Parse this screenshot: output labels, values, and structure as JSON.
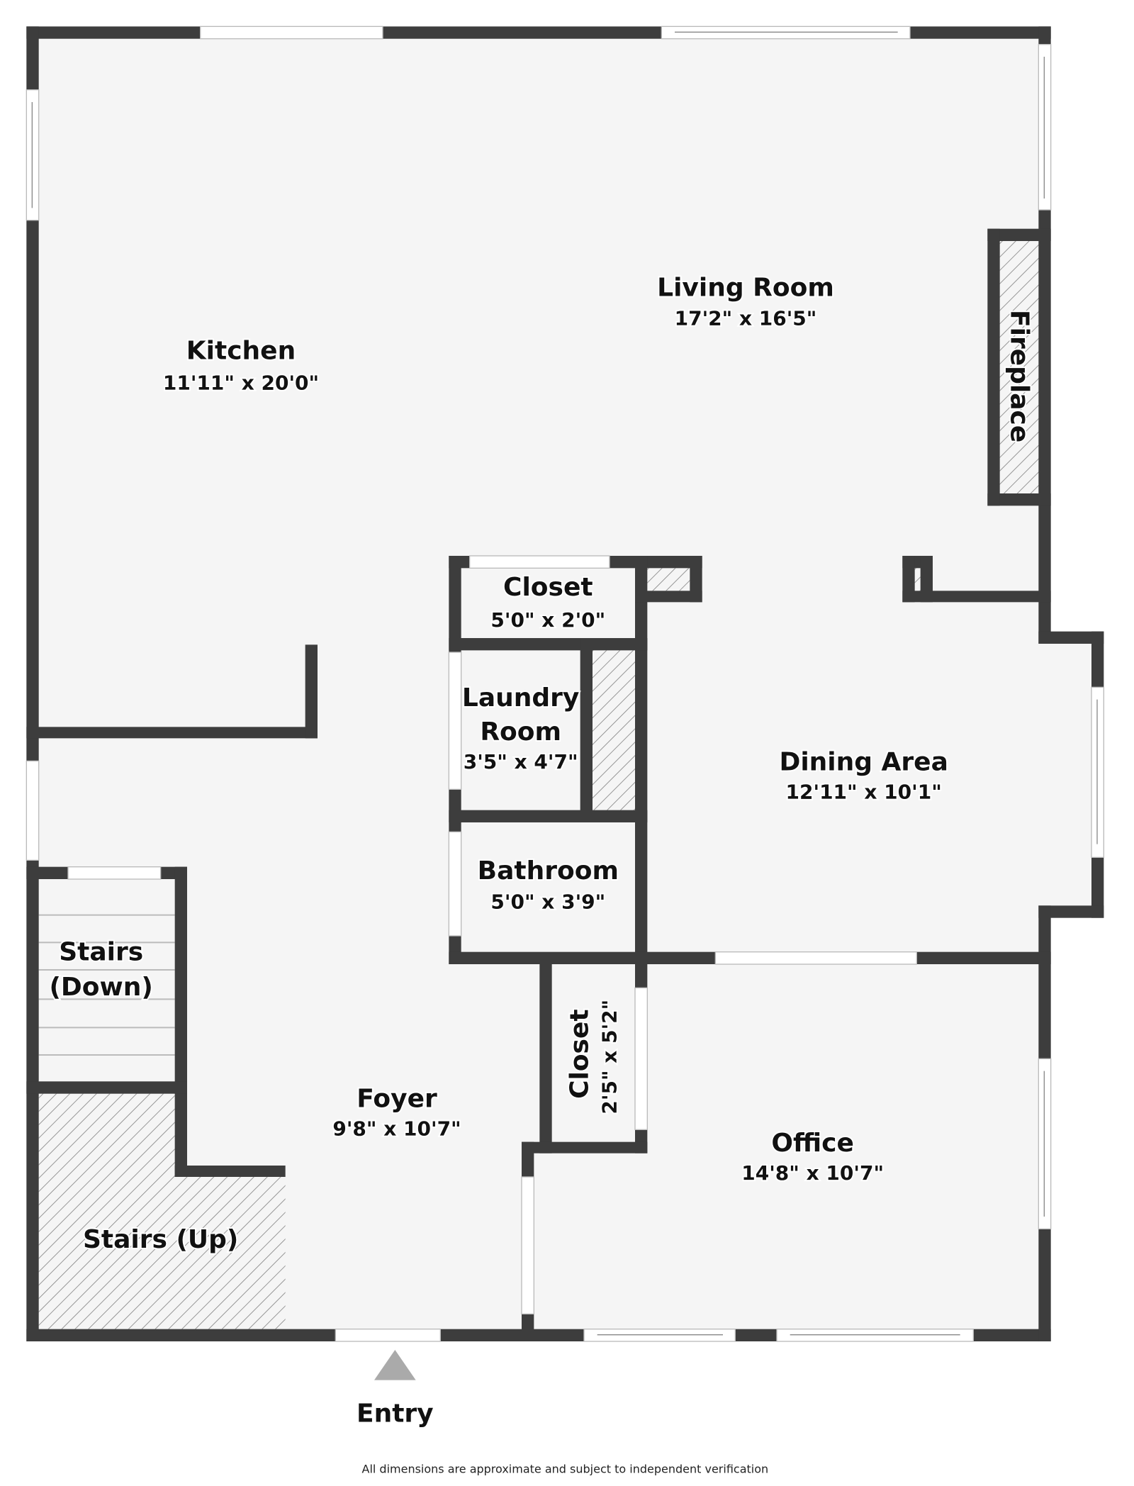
{
  "colors": {
    "wall": "#3d3d3d",
    "floor": "#f5f5f5",
    "hatch": "#888888",
    "entry_arrow": "#aaaaaa"
  },
  "rooms": {
    "kitchen": {
      "name": "Kitchen",
      "dims": "11'11\" x 20'0\""
    },
    "living_room": {
      "name": "Living Room",
      "dims": "17'2\" x 16'5\""
    },
    "fireplace": {
      "name": "Fireplace"
    },
    "closet_top": {
      "name": "Closet",
      "dims": "5'0\" x 2'0\""
    },
    "laundry": {
      "name_line1": "Laundry",
      "name_line2": "Room",
      "dims": "3'5\" x 4'7\""
    },
    "dining": {
      "name": "Dining Area",
      "dims": "12'11\" x 10'1\""
    },
    "bathroom": {
      "name": "Bathroom",
      "dims": "5'0\" x 3'9\""
    },
    "stairs_down": {
      "name_line1": "Stairs",
      "name_line2": "(Down)"
    },
    "foyer": {
      "name": "Foyer",
      "dims": "9'8\" x 10'7\""
    },
    "closet_lower": {
      "name": "Closet",
      "dims": "2'5\" x 5'2\""
    },
    "office": {
      "name": "Office",
      "dims": "14'8\" x 10'7\""
    },
    "stairs_up": {
      "name": "Stairs (Up)"
    }
  },
  "entry": {
    "label": "Entry"
  },
  "footer": {
    "disclaimer": "All dimensions are approximate and subject to independent verification"
  }
}
